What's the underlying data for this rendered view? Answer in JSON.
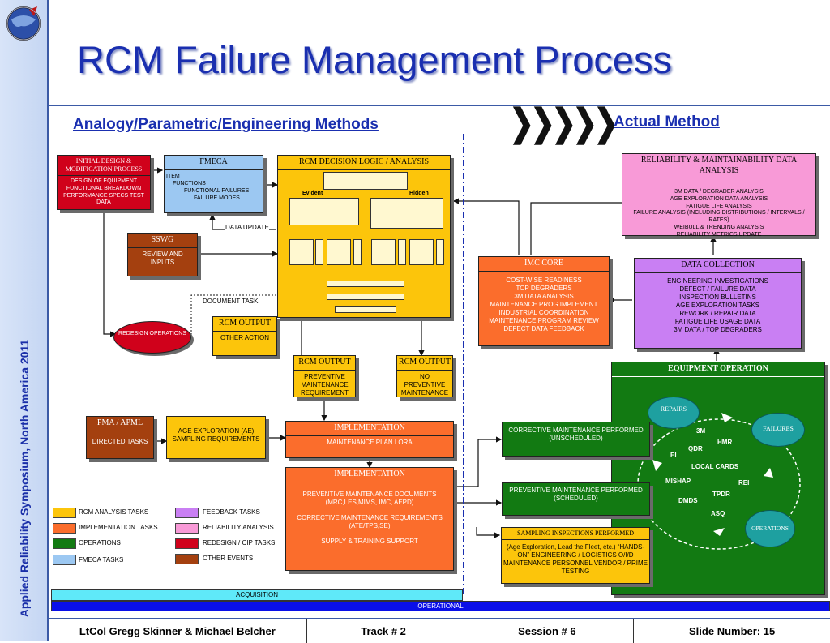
{
  "slide": {
    "title": "RCM Failure Management Process",
    "side_text": "Applied Reliability Symposium, North America 2011",
    "header_left": "Analogy/Parametric/Engineering Methods",
    "header_right": "Actual Method",
    "chevrons": "❯❯❯❯❯"
  },
  "boxes": {
    "initial_design": {
      "title": "INITIAL DESIGN & MODIFICATION PROCESS",
      "body": "DESIGN OF EQUIPMENT FUNCTIONAL BREAKDOWN PERFORMANCE SPECS TEST DATA"
    },
    "fmeca": {
      "title": "FMECA",
      "line1": "ITEM",
      "line2": "FUNCTIONS",
      "line3": "FUNCTIONAL FAILURES",
      "line4": "FAILURE MODES"
    },
    "rcm_decision": {
      "title": "RCM DECISION LOGIC / ANALYSIS",
      "evident": "Evident",
      "hidden": "Hidden"
    },
    "data_update": "DATA UPDATE",
    "sswg": {
      "title": "SSWG",
      "body": "REVIEW AND INPUTS"
    },
    "document_task": "DOCUMENT TASK",
    "redesign": "REDESIGN OPERATIONS",
    "rcm_output_other": {
      "title": "RCM OUTPUT",
      "body": "OTHER ACTION"
    },
    "rcm_output_pm": {
      "title": "RCM OUTPUT",
      "body": "PREVENTIVE MAINTENANCE REQUIREMENT"
    },
    "rcm_output_nopm": {
      "title": "RCM OUTPUT",
      "body": "NO PREVENTIVE MAINTENANCE"
    },
    "pma": {
      "title": "PMA / APML",
      "body": "DIRECTED TASKS"
    },
    "age_exploration": "AGE EXPLORATION (AE) SAMPLING REQUIREMENTS",
    "impl1": {
      "title": "IMPLEMENTATION",
      "body": "MAINTENANCE PLAN LORA"
    },
    "impl2": {
      "title": "IMPLEMENTATION",
      "body1": "PREVENTIVE MAINTENANCE DOCUMENTS (MRC,LES,MIMS, IMC, AEPD)",
      "body2": "CORRECTIVE MAINTENANCE REQUIREMENTS (ATE/TPS,SE)",
      "body3": "SUPPLY & TRAINING SUPPORT"
    },
    "rm_data": {
      "title": "RELIABILITY & MAINTAINABILITY DATA ANALYSIS",
      "lines": [
        "3M DATA / DEGRADER ANALYSIS",
        "AGE EXPLORATION DATA ANALYSIS",
        "FATIGUE LIFE ANALYSIS",
        "FAILURE ANALYSIS (INCLUDING DISTRIBUTIONS / INTERVALS / RATES)",
        "WEIBULL & TRENDING ANALYSIS",
        "RELIABILITY METRICS UPDATE"
      ]
    },
    "imc_core": {
      "title": "IMC CORE",
      "lines": [
        "COST-WISE READINESS",
        "TOP DEGRADERS",
        "3M DATA ANALYSIS",
        "MAINTENANCE PROG IMPLEMENT",
        "INDUSTRIAL COORDINATION",
        "MAINTENANCE PROGRAM REVIEW",
        "DEFECT DATA FEEDBACK"
      ]
    },
    "data_collection": {
      "title": "DATA COLLECTION",
      "lines": [
        "ENGINEERING INVESTIGATIONS",
        "DEFECT / FAILURE DATA",
        "INSPECTION BULLETINS",
        "AGE EXPLORATION TASKS",
        "REWORK / REPAIR DATA",
        "FATIGUE LIFE USAGE DATA",
        "3M DATA / TOP DEGRADERS"
      ]
    },
    "equipment_operation": {
      "title": "EQUIPMENT OPERATION",
      "repairs": "REPAIRS",
      "failures": "FAILURES",
      "operations": "OPERATIONS",
      "labels": [
        "3M",
        "HMR",
        "QDR",
        "EI",
        "LOCAL CARDS",
        "REI",
        "MISHAP",
        "DMDS",
        "TPDR",
        "ASQ"
      ]
    },
    "cm_unscheduled": "CORRECTIVE MAINTENANCE PERFORMED (UNSCHEDULED)",
    "pm_scheduled": "PREVENTIVE MAINTENANCE PERFORMED (SCHEDULED)",
    "sampling": {
      "title": "SAMPLING INSPECTIONS PERFORMED",
      "body": "(Age Exploration, Lead the Fleet, etc.) “HANDS-ON” ENGINEERING / LOGISTICS O/I/D MAINTENANCE PERSONNEL VENDOR / PRIME TESTING"
    }
  },
  "legend": [
    {
      "label": "RCM ANALYSIS TASKS",
      "color": "#fcc50b"
    },
    {
      "label": "IMPLEMENTATION TASKS",
      "color": "#fb6d2c"
    },
    {
      "label": "OPERATIONS",
      "color": "#127a12"
    },
    {
      "label": "FMECA TASKS",
      "color": "#9cc8f2"
    },
    {
      "label": "FEEDBACK TASKS",
      "color": "#c97ff3"
    },
    {
      "label": "RELIABILITY ANALYSIS",
      "color": "#f89ad7"
    },
    {
      "label": "REDESIGN / CIP TASKS",
      "color": "#d0011b"
    },
    {
      "label": "OTHER EVENTS",
      "color": "#a4400f"
    }
  ],
  "phases": {
    "acquisition": "ACQUISITION",
    "operational": "OPERATIONAL"
  },
  "footer": {
    "authors": "LtCol Gregg Skinner & Michael Belcher",
    "track": "Track # 2",
    "session": "Session # 6",
    "slide": "Slide Number: 15"
  }
}
